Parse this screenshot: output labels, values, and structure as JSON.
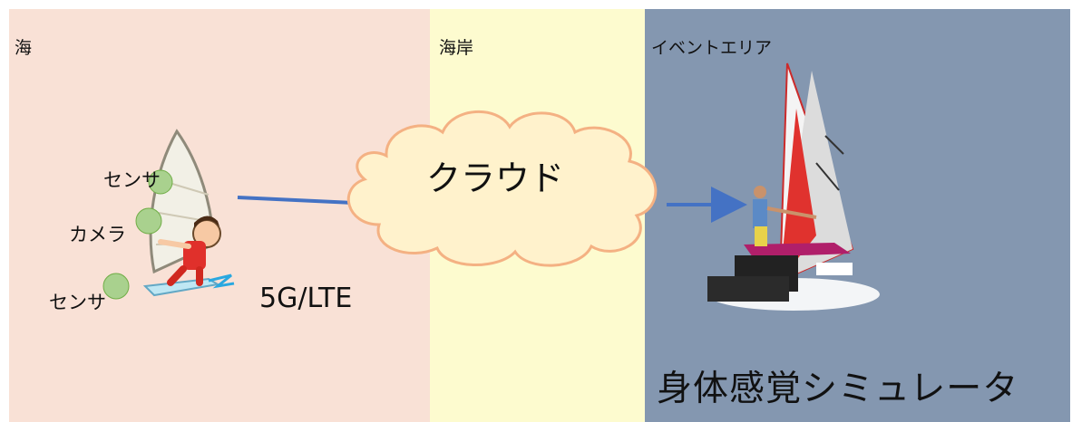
{
  "zones": {
    "sea": "海",
    "shore": "海岸",
    "event": "イベントエリア"
  },
  "surfer": {
    "sensor_top": "センサ",
    "camera": "カメラ",
    "sensor_bottom": "センサ"
  },
  "network": "5G/LTE",
  "cloud": "クラウド",
  "simulator": "身体感覚シミュレータ",
  "colors": {
    "sea": "#f9e1d6",
    "shore": "#fdfbcf",
    "event": "#8497b0",
    "cloud_fill": "#fff2cc",
    "cloud_stroke": "#f4b183",
    "arrow": "#4472c4",
    "sensor": "#a9d18e"
  }
}
